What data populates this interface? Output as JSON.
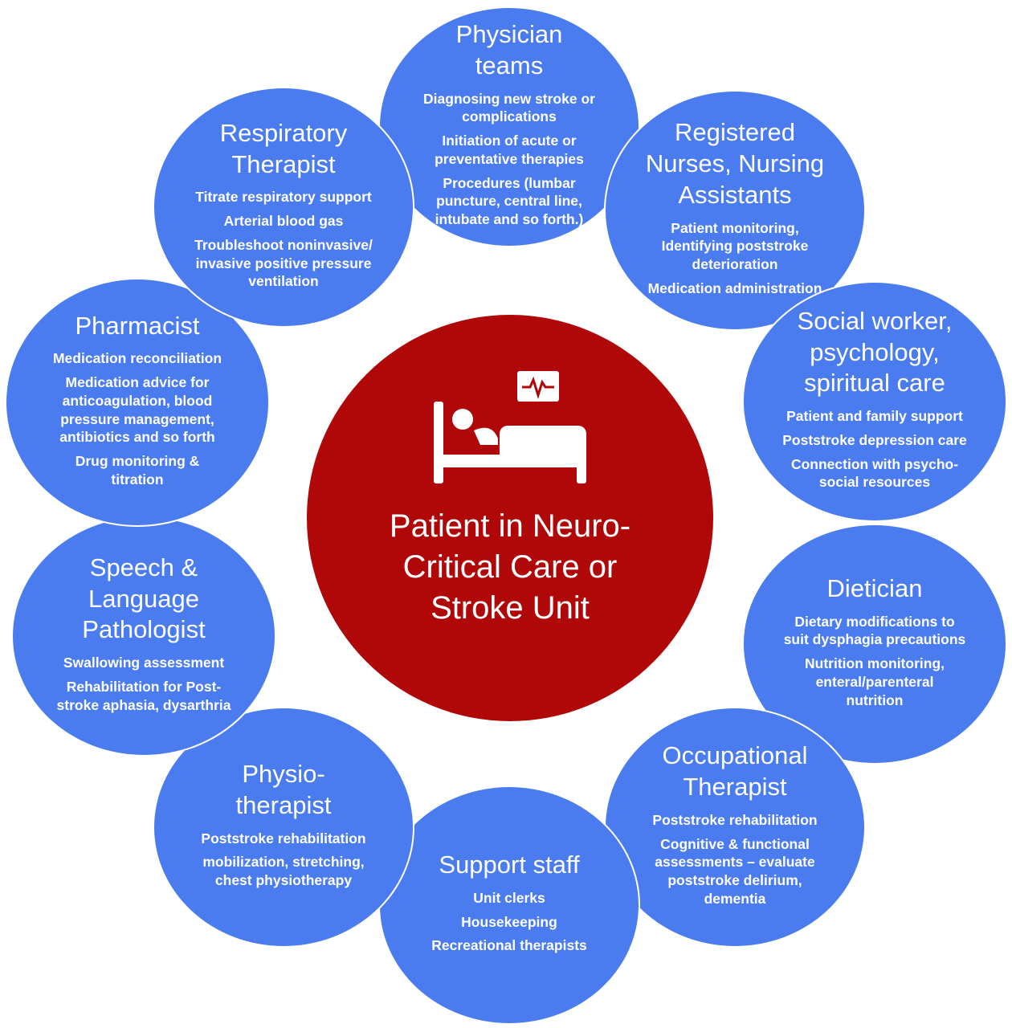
{
  "center": {
    "title": "Patient  in Neuro-\nCritical Care or\nStroke Unit",
    "icon": "hospital-bed-monitor-icon"
  },
  "colors": {
    "role_circle": "#4a7cf0",
    "center_circle": "#b00808",
    "text": "#ffffff"
  },
  "roles": [
    {
      "title": "Physician\nteams",
      "items": [
        "Diagnosing new stroke or complications",
        "Initiation of acute or preventative therapies",
        "Procedures (lumbar puncture, central line, intubate and so forth.)"
      ]
    },
    {
      "title": "Registered\nNurses, Nursing\nAssistants",
      "items": [
        "Patient monitoring, Identifying poststroke deterioration",
        "Medication administration"
      ]
    },
    {
      "title": "Social worker,\npsychology,\nspiritual care",
      "items": [
        "Patient and family support",
        "Poststroke depression care",
        "Connection with psycho-social resources"
      ]
    },
    {
      "title": "Dietician",
      "items": [
        "Dietary modifications to suit dysphagia precautions",
        "Nutrition monitoring, enteral/parenteral nutrition"
      ]
    },
    {
      "title": "Occupational\nTherapist",
      "items": [
        "Poststroke rehabilitation",
        "Cognitive & functional assessments – evaluate poststroke delirium, dementia"
      ]
    },
    {
      "title": "Support staff",
      "items": [
        "Unit clerks",
        "Housekeeping",
        "Recreational therapists"
      ]
    },
    {
      "title": "Physio-\ntherapist",
      "items": [
        "Poststroke rehabilitation",
        "mobilization, stretching, chest physiotherapy"
      ]
    },
    {
      "title": "Speech &\nLanguage\nPathologist",
      "items": [
        "Swallowing assessment",
        "Rehabilitation for Post-stroke aphasia, dysarthria"
      ]
    },
    {
      "title": "Pharmacist",
      "items": [
        "Medication reconciliation",
        "Medication advice for anticoagulation, blood pressure management, antibiotics and so forth",
        "Drug monitoring & titration"
      ]
    },
    {
      "title": "Respiratory\nTherapist",
      "items": [
        "Titrate respiratory support",
        "Arterial blood gas",
        "Troubleshoot noninvasive/ invasive positive pressure ventilation"
      ]
    }
  ]
}
